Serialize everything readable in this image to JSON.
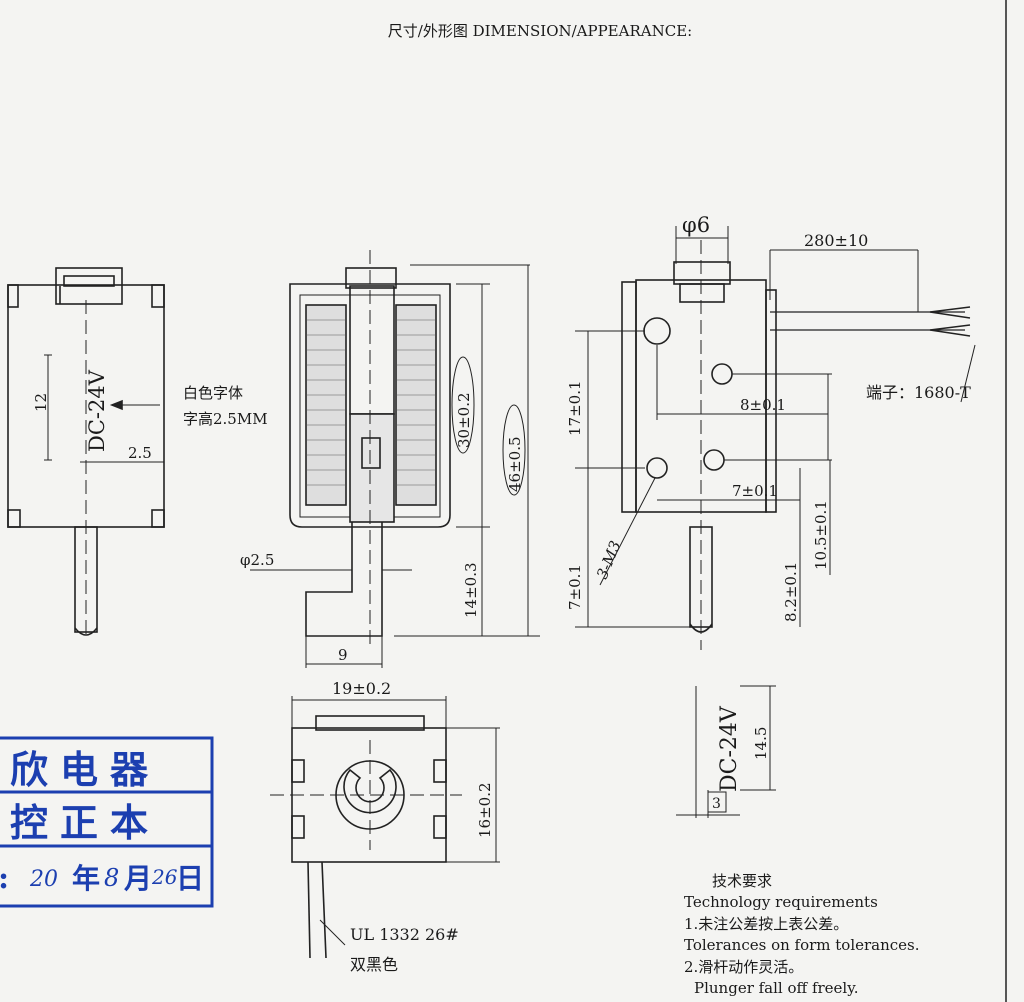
{
  "header": {
    "title": "尺寸/外形图 DIMENSION/APPEARANCE:"
  },
  "left_view": {
    "print_text": "DC-24V",
    "note_line1": "白色字体",
    "note_line2": "字高2.5MM",
    "dim_12": "12",
    "dim_2_5": "2.5"
  },
  "section_view": {
    "dim_30": "30±0.2",
    "dim_46": "46±0.5",
    "dim_14": "14±0.3",
    "dim_phi25": "φ2.5",
    "dim_9": "9"
  },
  "right_view": {
    "dim_phi6": "φ6",
    "dim_280": "280±10",
    "terminal": "端子：1680-T",
    "dim_17": "17±0.1",
    "dim_8": "8±0.1",
    "dim_7x": "7±0.1",
    "dim_105": "10.5±0.1",
    "dim_82": "8.2±0.1",
    "dim_7y": "7±0.1",
    "holes": "3-M3"
  },
  "bottom_view": {
    "dim_19": "19±0.2",
    "dim_16": "16±0.2",
    "wire_spec": "UL 1332 26#",
    "wire_color": "双黑色"
  },
  "label_view": {
    "print_text": "DC-24V",
    "dim_145": "14.5",
    "dim_3": "3"
  },
  "tech": {
    "heading": "技术要求",
    "heading_en": "Technology  requirements",
    "line1": "1.未注公差按上表公差。",
    "line1_en": "Tolerances on form tolerances.",
    "line2": "2.滑杆动作灵活。",
    "line2_en": "Plunger fall off freely."
  },
  "stamp": {
    "line1": "欣电器",
    "line2": "控正本",
    "date_prefix": ":",
    "date_year": "20",
    "date_year_label": "年",
    "date_month": "8",
    "date_month_label": "月",
    "date_day": "26",
    "date_day_label": "日"
  },
  "colors": {
    "ink": "#1a1a1a",
    "stamp": "#1c3fb0",
    "paper": "#f4f4f2"
  }
}
